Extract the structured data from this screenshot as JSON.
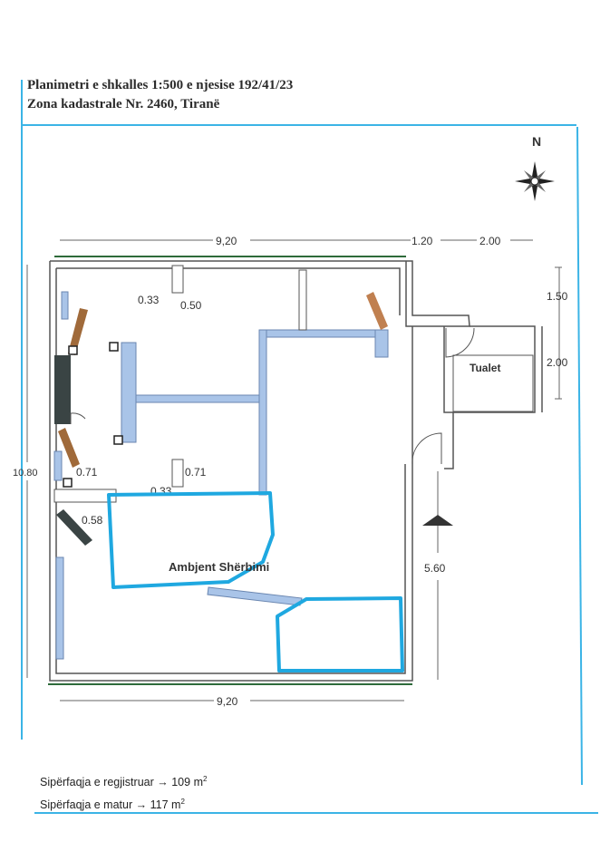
{
  "title": {
    "line1": "Planimetri e shkalles 1:500 e njesise 192/41/23",
    "line2": "Zona kadastrale Nr. 2460, Tiranë"
  },
  "compass": {
    "label": "N"
  },
  "dimensions": {
    "top_main": "9,20",
    "top_mid": "1.20",
    "top_right": "2.00",
    "right_upper": "1.50",
    "right_lower": "2.00",
    "right_long": "5.60",
    "left_height": "10.80",
    "bottom": "9,20",
    "inner_033_top": "0.33",
    "inner_050": "0.50",
    "inner_071_left": "0.71",
    "inner_071_right": "0.71",
    "inner_033_mid": "0.33",
    "inner_058": "0.58"
  },
  "rooms": {
    "toilet": "Tualet",
    "service_area": "Ambjent Shërbimi"
  },
  "areas": {
    "registered_label": "Sipërfaqja e regjistruar",
    "registered_value": "109 m",
    "measured_label": "Sipërfaqja e matur",
    "measured_value": "117 m",
    "unit_exp": "2"
  },
  "colors": {
    "frame": "#3bb4e6",
    "highlight": "#1fa8e0",
    "wall": "#555555",
    "blue_element": "#a9c4e8",
    "brown_element": "#a06a3a",
    "dark_element": "#3a4444",
    "green_line": "#2e6b3a"
  }
}
